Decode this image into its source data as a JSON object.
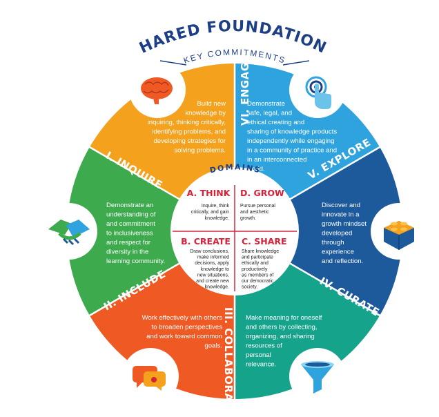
{
  "title": "SHARED FOUNDATIONS",
  "subtitle": "KEY COMMITMENTS",
  "domains_label": "DOMAINS",
  "colors": {
    "navy": "#1d3f86",
    "red": "#d6233a",
    "orange": "#f4a11d",
    "light_blue": "#2fa3dd",
    "dark_blue": "#1d5a9c",
    "teal": "#15a38c",
    "red_orange": "#ef5a24",
    "green": "#3daa4e"
  },
  "foundations": {
    "inquire": {
      "label": "I. INQUIRE",
      "icon": "brain-icon",
      "lines": [
        "Build new",
        "knowledge by",
        "inquiring, thinking critically,",
        "identifying problems, and",
        "developing strategies for",
        "solving problems."
      ]
    },
    "include": {
      "label": "II. INCLUDE",
      "icon": "handshake-icon",
      "lines": [
        "Demonstrate an",
        "understanding of",
        "and commitment",
        "to inclusiveness",
        "and respect for",
        "diversity in the",
        "learning community."
      ]
    },
    "collaborate": {
      "label": "III. COLLABORATE",
      "icon": "speech-bubbles-icon",
      "lines": [
        "Work effectively with others",
        "to broaden perspectives",
        "and work toward common",
        "goals."
      ]
    },
    "curate": {
      "label": "IV. CURATE",
      "icon": "funnel-icon",
      "lines": [
        "Make meaning for oneself",
        "and others by collecting,",
        "organizing, and sharing",
        "resources of",
        "personal",
        "relevance."
      ]
    },
    "explore": {
      "label": "V. EXPLORE",
      "icon": "building-block-icon",
      "lines": [
        "Discover and",
        "innovate in a",
        "growth mindset",
        "developed",
        "through",
        "experience",
        "and reflection."
      ]
    },
    "engage": {
      "label": "VI. ENGAGE",
      "icon": "touch-icon",
      "lines": [
        "Demonstrate",
        "safe, legal, and",
        "ethical creating and",
        "sharing of knowledge products",
        "independently while engaging",
        "in a community of practice and",
        "in an interconnected",
        "world."
      ]
    }
  },
  "domains": {
    "think": {
      "title": "A. THINK",
      "lines": [
        "Inquire, think",
        "critically, and gain",
        "knowledge."
      ]
    },
    "grow": {
      "title": "D. GROW",
      "lines": [
        "Pursue personal",
        "and aesthetic",
        "growth."
      ]
    },
    "create": {
      "title": "B. CREATE",
      "lines": [
        "Draw conclusions,",
        "make informed",
        "decisions, apply",
        "knowledge to",
        "new situations,",
        "and create new",
        "knowledge."
      ]
    },
    "share": {
      "title": "C. SHARE",
      "lines": [
        "Share knowledge",
        "and participate",
        "ethically and",
        "productively",
        "as members of",
        "our democratic",
        "society."
      ]
    }
  }
}
